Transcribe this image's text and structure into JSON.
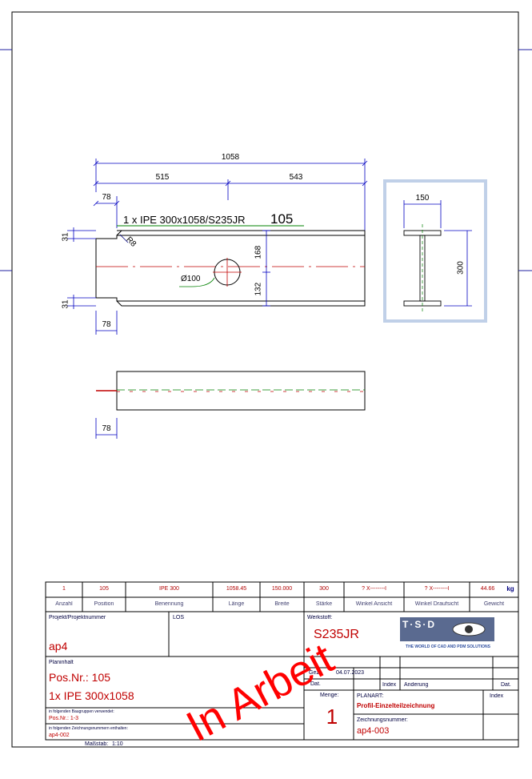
{
  "drawing": {
    "dims": {
      "total_length": "1058",
      "left_length": "515",
      "right_length": "543",
      "notch_width_top": "78",
      "notch_width_bottom": "78",
      "notch_width_flange": "78",
      "notch_depth_top": "31",
      "notch_depth_bottom": "31",
      "radius": "R8",
      "hole_diameter": "Ø100",
      "hole_pos_top": "168",
      "hole_pos_bottom": "132",
      "section_width": "150",
      "section_height": "300"
    },
    "part_label": "1 x IPE 300x1058/S235JR",
    "part_position": "105"
  },
  "title_block": {
    "row_values": [
      "1",
      "105",
      "IPE 300",
      "1058.45",
      "150.000",
      "300",
      "? X--------l",
      "? X--------l",
      "44.66",
      "kg"
    ],
    "row_labels": [
      "Anzahl",
      "Position",
      "Benennung",
      "Länge",
      "Breite",
      "Stärke",
      "Winkel Ansicht",
      "Winkel Draufsicht",
      "Gewicht"
    ],
    "projekt_label": "Projekt/Projektnummer",
    "projekt_value": "ap4",
    "los_label": "LOS",
    "werkstoff_label": "Werkstoff:",
    "werkstoff_value": "S235JR",
    "logo_text": "T·S·D",
    "logo_tagline": "THE WORLD OF CAD AND PDM SOLUTIONS",
    "planinhalt_label": "Planinhalt",
    "pos_nr": "Pos.Nr.: 105",
    "profile_desc": "1x IPE 300x1058",
    "geprueft_label": "Gez.",
    "date": "04.07.2023",
    "dat_label": "Dat.",
    "index_label": "Index",
    "aenderung_label": "Änderung",
    "dat_label_2": "Dat.",
    "baugruppen_label": "in folgenden Baugruppen verwendet:",
    "baugruppen_value": "Pos.Nr.: 1-3",
    "zeichnungen_label": "in folgenden Zeichnungsnummern enthalten:",
    "zeichnungen_value": "ap4-002",
    "menge_label": "Menge:",
    "menge_value": "1",
    "planart_label": "PLANART:",
    "planart_value": "Profil-Einzelteilzeichnung",
    "index_label_2": "Index",
    "zeichnungsnummer_label": "Zeichnungsnummer:",
    "zeichnungsnummer_value": "ap4-003",
    "massstab_label": "Maßstab:",
    "massstab_value": "1:10"
  },
  "stamp": "In Arbeit"
}
